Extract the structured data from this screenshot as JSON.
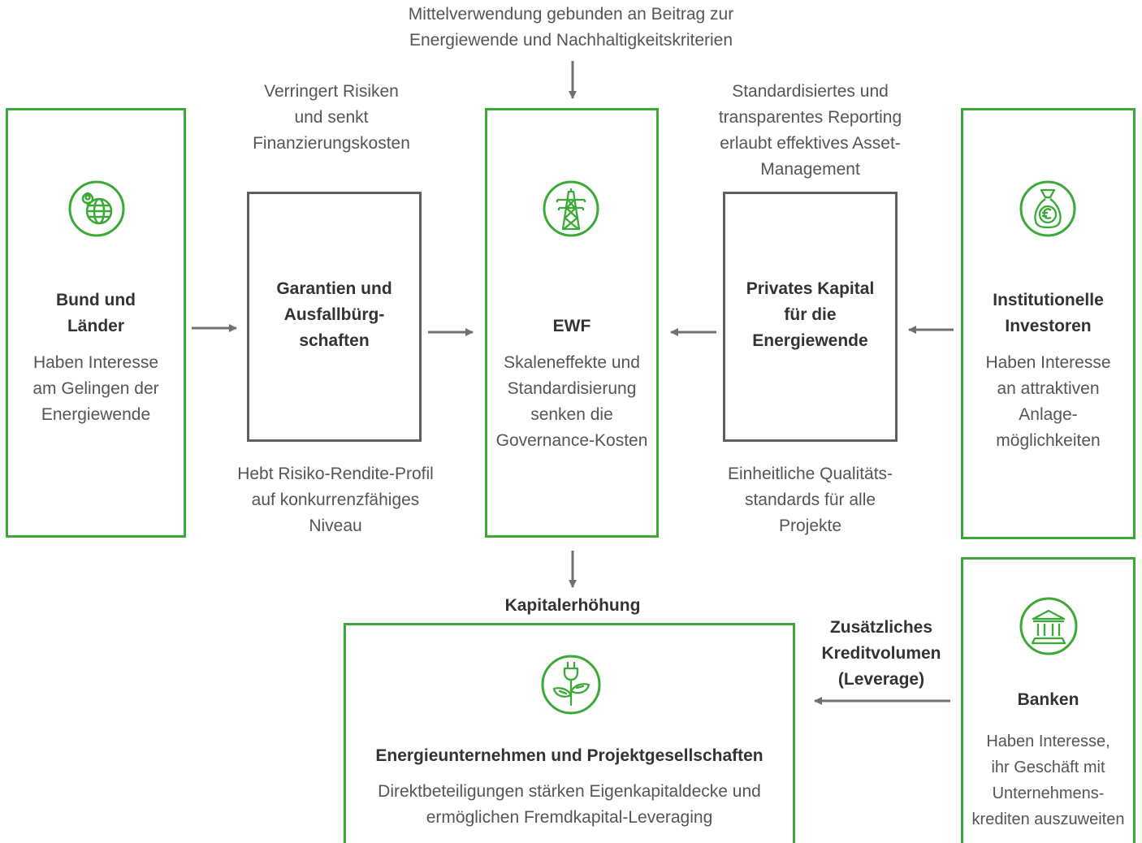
{
  "colors": {
    "green": "#3aa935",
    "gray": "#5f5f5f",
    "arrow": "#707070",
    "text": "#555555"
  },
  "top_note": "Mittelverwendung gebunden an Beitrag zur\nEnergiewende und Nachhaltigkeitskriterien",
  "bund": {
    "title": "Bund und\nLänder",
    "desc": "Haben Interesse\nam Gelingen der\nEnergiewende",
    "icon": "globe-location-icon"
  },
  "garantien": {
    "title": "Garantien und\nAusfallbürg-\nschaften",
    "note_top": "Verringert Risiken\nund senkt\nFinanzierungskosten",
    "note_bottom": "Hebt Risiko-Rendite-Profil\nauf konkurrenzfähiges\nNiveau"
  },
  "ewf": {
    "title": "EWF",
    "desc": "Skaleneffekte und\nStandardisierung\nsenken die\nGovernance-Kosten",
    "icon": "power-pylon-icon",
    "output_label": "Kapitalerhöhung"
  },
  "privates": {
    "title": "Privates Kapital\nfür die\nEnergiewende",
    "note_top": "Standardisiertes und\ntransparentes Reporting\nerlaubt effektives Asset-\nManagement",
    "note_bottom": "Einheitliche Qualitäts-\nstandards für alle\nProjekte"
  },
  "investoren": {
    "title": "Institutionelle\nInvestoren",
    "desc": "Haben Interesse\nan attraktiven\nAnlage-\nmöglichkeiten",
    "icon": "euro-money-bag-icon"
  },
  "banken": {
    "title": "Banken",
    "desc": "Haben Interesse,\nihr Geschäft mit\nUnternehmens-\nkrediten auszuweiten",
    "icon": "bank-icon",
    "arrow_label": "Zusätzliches\nKreditvolumen\n(Leverage)"
  },
  "energie": {
    "title": "Energieunternehmen und Projektgesellschaften",
    "desc": "Direktbeteiligungen stärken Eigenkapitaldecke und\nermöglichen Fremdkapital-Leveraging",
    "icon": "plug-plant-icon"
  }
}
